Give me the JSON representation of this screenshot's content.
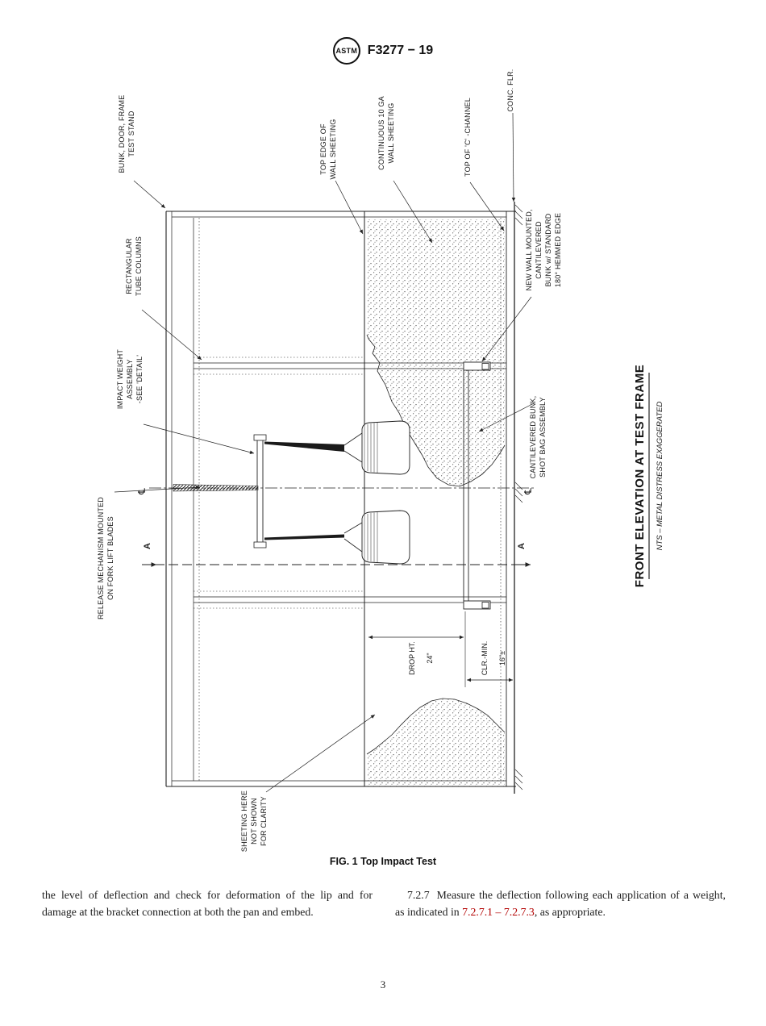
{
  "header": {
    "logo_text": "ASTM",
    "designation": "F3277 − 19"
  },
  "figure": {
    "caption": "FIG. 1 Top Impact Test",
    "title": "FRONT ELEVATION AT TEST FRAME",
    "subtitle": "NTS – METAL DISTRESS EXAGGERATED",
    "labels": {
      "bunk_door_frame": [
        "BUNK, DOOR, FRAME",
        "TEST STAND"
      ],
      "rectangular_tube_columns": [
        "RECTANGULAR",
        "TUBE COLUMNS"
      ],
      "impact_weight_assembly": [
        "IMPACT WEIGHT",
        "ASSEMBLY",
        "-SEE 'DETAIL'"
      ],
      "release_mechanism": [
        "RELEASE MECHANISM MOUNTED",
        "ON FORK LIFT BLADES"
      ],
      "top_edge_wall_sheeting": [
        "TOP EDGE OF",
        "WALL SHEETING"
      ],
      "continuous_wall_sheeting": [
        "CONTINUOUS 10 GA",
        "WALL SHEETING"
      ],
      "top_of_c_channel": [
        "TOP OF 'C' -CHANNEL"
      ],
      "conc_flr": [
        "CONC. FLR."
      ],
      "new_wall_mounted_bunk": [
        "NEW WALL MOUNTED,",
        "CANTILEVERED",
        "BUNK w/ STANDARD",
        "180° HEMMED EDGE"
      ],
      "cantilevered_bunk_shot_bag": [
        "CANTILEVERED BUNK,",
        "SHOT BAG ASSEMBLY"
      ],
      "sheeting_not_shown": [
        "SHEETING HERE",
        "NOT SHOWN",
        "FOR CLARITY"
      ]
    },
    "dimensions": {
      "drop_ht_label": "DROP HT.",
      "drop_ht_value": "24\"",
      "clr_min_label": "CLR.-MIN.",
      "clr_min_value": "16\"±"
    },
    "markers": {
      "section": "A",
      "centerline": "℄"
    }
  },
  "body": {
    "left_column": "the level of deflection and check for deformation of the lip and for damage at the bracket connection at both the pan and embed.",
    "right": {
      "section_number": "7.2.7",
      "lead": "Measure the deflection following each application of a weight, as indicated in ",
      "link": "7.2.7.1 – 7.2.7.3",
      "tail": ", as appropriate."
    }
  },
  "colors": {
    "reference_link": "#b30000",
    "ink": "#1c1c1c"
  },
  "footer": {
    "page_number": "3"
  }
}
